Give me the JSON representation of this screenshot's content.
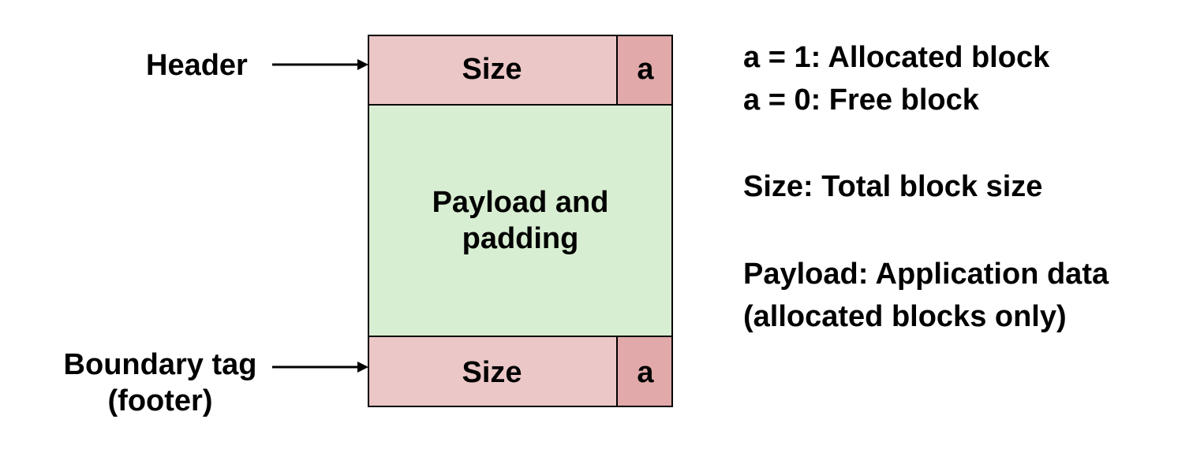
{
  "labels": {
    "header": "Header",
    "boundary_tag_line1": "Boundary tag",
    "boundary_tag_line2": "(footer)"
  },
  "block": {
    "header_size": "Size",
    "header_flag": "a",
    "payload_line1": "Payload and",
    "payload_line2": "padding",
    "footer_size": "Size",
    "footer_flag": "a"
  },
  "legend": {
    "line1": "a = 1: Allocated block",
    "line2": "a = 0: Free block",
    "line3": "Size: Total block size",
    "line4": "Payload: Application data",
    "line5": "(allocated blocks only)"
  },
  "colors": {
    "size_cell": "#ebc7c7",
    "flag_cell": "#e1a9a9",
    "payload": "#d8eed2",
    "border": "#000000"
  },
  "icons": {
    "header_arrow": "arrow-right",
    "footer_arrow": "arrow-right"
  }
}
